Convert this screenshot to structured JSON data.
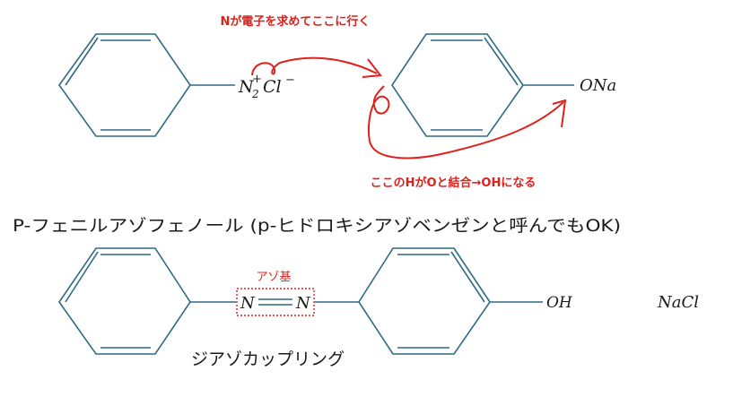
{
  "annotations": {
    "top_note": "Nが電子を求めてここに行く",
    "bottom_note": "ここのHがOと結合→OHになる",
    "azo_group_label": "アゾ基"
  },
  "formulas": {
    "diazonium_n": "N",
    "diazonium_sub": "2",
    "diazonium_sup": "+",
    "diazonium_cl": "Cl",
    "diazonium_minus": "−",
    "phenoxide": "ONa",
    "azo_n_left": "N",
    "azo_n_right": "N",
    "hydroxyl": "OH",
    "byproduct": "NaCl"
  },
  "product_name": "P-フェニルアゾフェノール (p-ヒドロキシアゾベンゼンと呼んでもOK)",
  "reaction_name": "ジアゾカップリング",
  "colors": {
    "bond": "#2e6a86",
    "annotation": "#e0201b",
    "text": "#1a1a1a"
  }
}
